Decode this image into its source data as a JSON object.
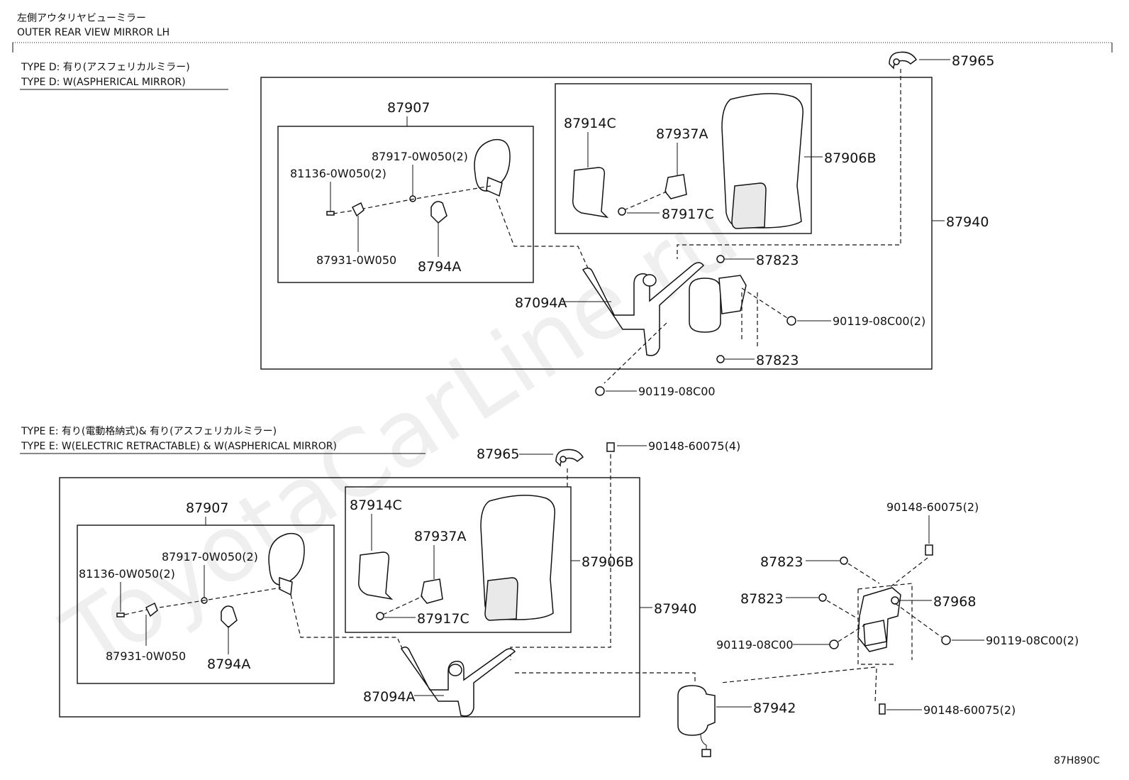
{
  "header": {
    "title_jp": "左側アウタリヤビューミラー",
    "title_en": "OUTER REAR VIEW MIRROR LH"
  },
  "type_d": {
    "line_jp": "TYPE D:  有り(アスフェリカルミラー)",
    "line_en": "TYPE D:  W(ASPHERICAL MIRROR)"
  },
  "type_e": {
    "line_jp": "TYPE E:  有り(電動格納式)& 有り(アスフェリカルミラー)",
    "line_en": "TYPE E:  W(ELECTRIC RETRACTABLE) & W(ASPHERICAL MIRROR)"
  },
  "parts_d": {
    "p87965": "87965",
    "p87907": "87907",
    "p87917_0w050": "87917-0W050(2)",
    "p81136": "81136-0W050(2)",
    "p87931": "87931-0W050",
    "p8794a": "8794A",
    "p87914c": "87914C",
    "p87937a": "87937A",
    "p87906b": "87906B",
    "p87917c": "87917C",
    "p87940": "87940",
    "p87823a": "87823",
    "p87094a": "87094A",
    "p90119_2": "90119-08C00(2)",
    "p87823b": "87823",
    "p90119": "90119-08C00"
  },
  "parts_e": {
    "p87965": "87965",
    "p90148_4": "90148-60075(4)",
    "p87907": "87907",
    "p87914c": "87914C",
    "p87937a": "87937A",
    "p87917_0w050": "87917-0W050(2)",
    "p81136": "81136-0W050(2)",
    "p87906b": "87906B",
    "p87917c": "87917C",
    "p87931": "87931-0W050",
    "p8794a": "8794A",
    "p87940": "87940",
    "p87094a": "87094A",
    "p90148_2a": "90148-60075(2)",
    "p87823a": "87823",
    "p87823b": "87823",
    "p87968": "87968",
    "p90119": "90119-08C00",
    "p90119_2": "90119-08C00(2)",
    "p87942": "87942",
    "p90148_2b": "90148-60075(2)"
  },
  "footer": {
    "code": "87H890C"
  },
  "watermark": "ToyotaCarLine.ru"
}
